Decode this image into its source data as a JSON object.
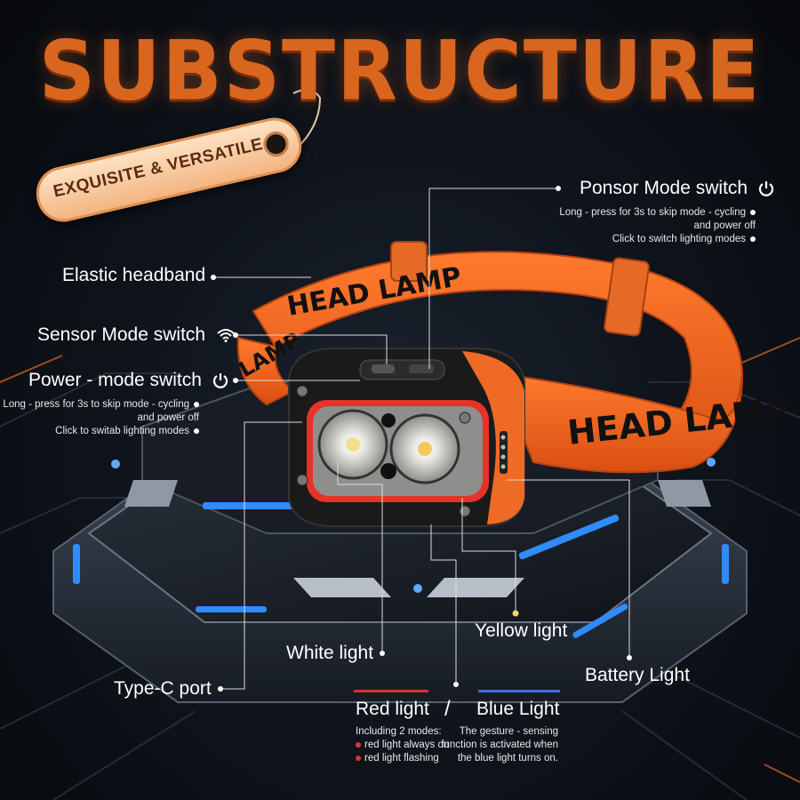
{
  "title": "SUBSTRUCTURE",
  "tag": {
    "text": "EXQUISITE & VERSATILE"
  },
  "headband_text": "HEAD LAMP",
  "labels": {
    "ponsor": {
      "title": "Ponsor Mode switch",
      "line1": "Long - press for 3s to skip mode - cycling",
      "line2": "and power off",
      "line3": "Click to switch lighting modes"
    },
    "elastic": "Elastic headband",
    "sensor": "Sensor Mode switch",
    "power": {
      "title": "Power - mode switch",
      "line1": "Long - press for 3s to skip mode - cycling",
      "line2": "and power off",
      "line3": "Click to switab lighting modes"
    },
    "white": "White light",
    "yellow": "Yellow light",
    "typec": "Type-C port",
    "battery": "Battery Light",
    "red": {
      "title": "Red light",
      "intro": "Including 2 modes:",
      "mode1": "red light always on",
      "mode2": "red light flashing"
    },
    "slash": "/",
    "blue": {
      "title": "Blue Light",
      "line1": "The gesture - sensing",
      "line2": "function is activated when",
      "line3": "the blue light turns on."
    }
  },
  "icons": [
    "power-icon",
    "wifi-icon",
    "power-icon"
  ],
  "colors": {
    "title": "#d9661f",
    "band": "#f26a21",
    "red_rule": "#d8322a",
    "blue_rule": "#3c6fd8"
  }
}
